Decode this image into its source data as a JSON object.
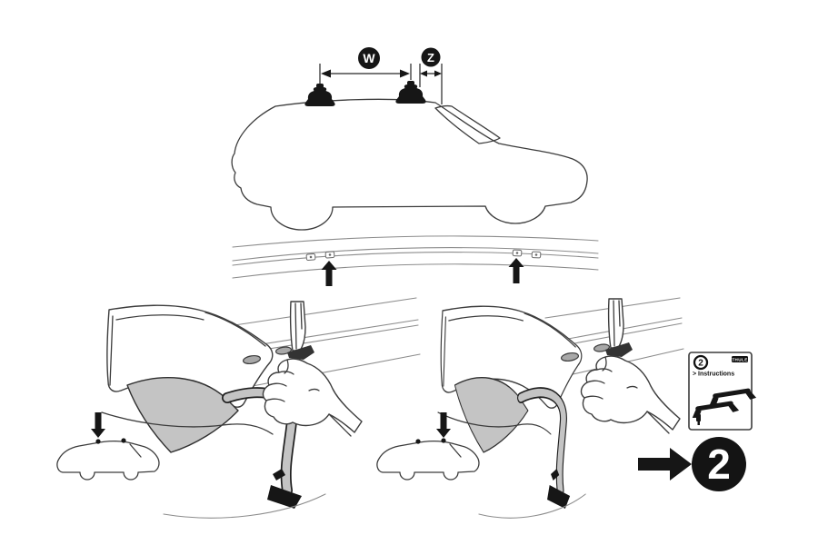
{
  "labels": {
    "width": "W",
    "offset": "Z"
  },
  "instruction_card": {
    "step_number": "2",
    "brand": "THULE",
    "instructions_label": "> Instructions"
  },
  "step_badge": {
    "number": "2"
  },
  "icons": {
    "up-arrow": "▲",
    "down-arrow": "▼",
    "right-arrow": "→",
    "width-dimension-arrow": "↔",
    "offset-dimension-arrow": "↔"
  },
  "colors": {
    "ink_outline": "#3c3c3c",
    "solid_black": "#161616",
    "clamp_gray": "#c4c4c4",
    "soft_line": "#8c8c8c",
    "background": "#ffffff"
  }
}
